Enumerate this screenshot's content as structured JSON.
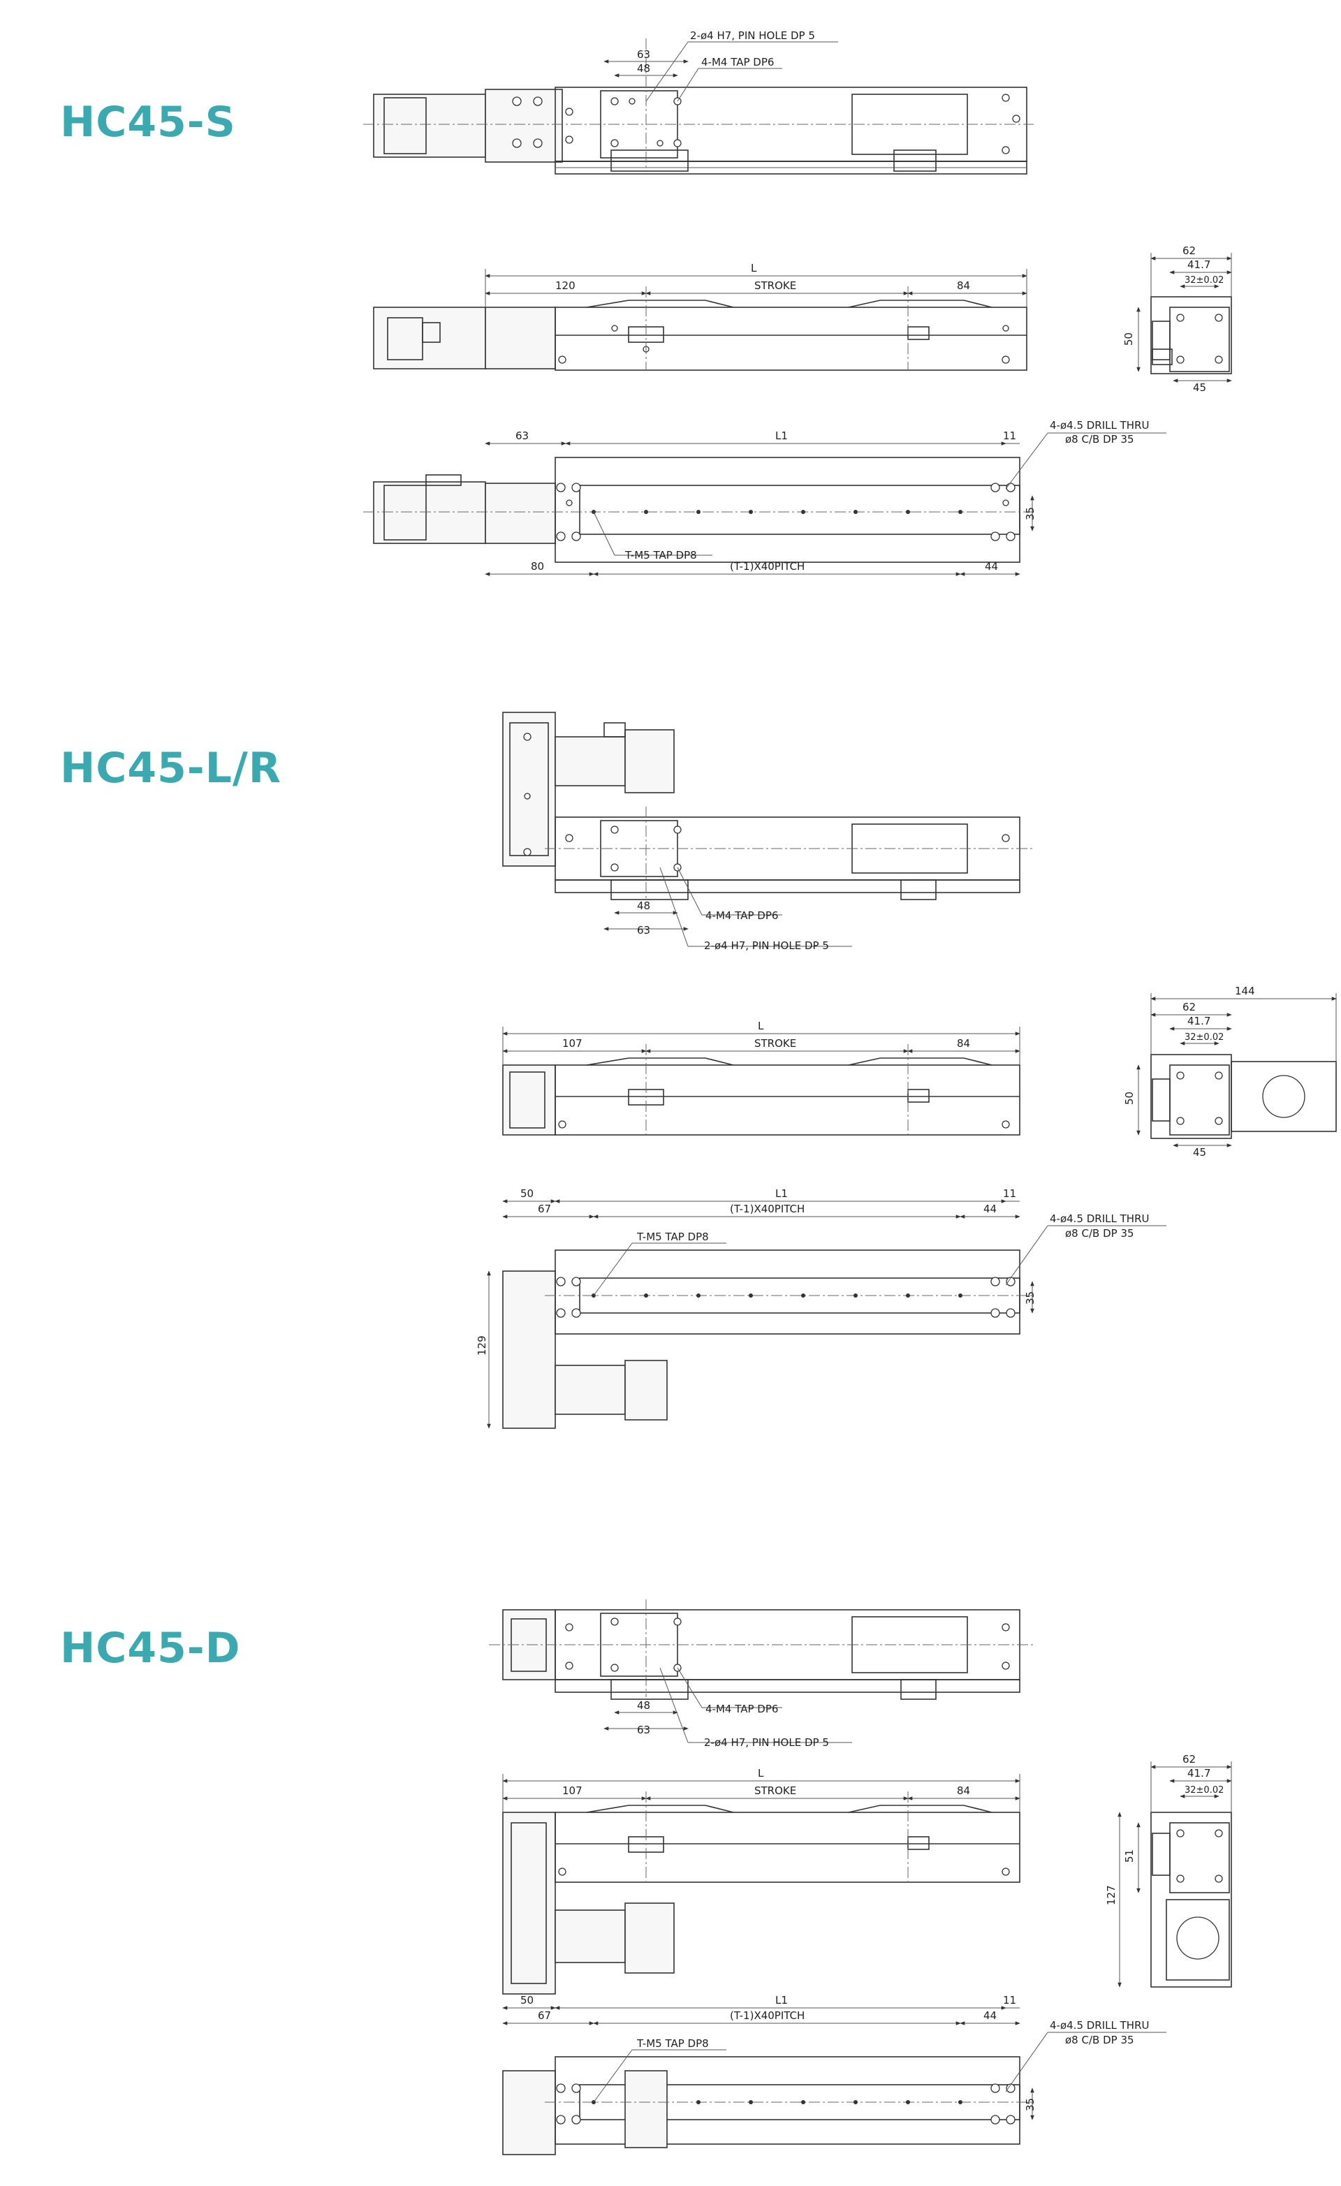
{
  "colors": {
    "title": "#3aa9b0",
    "line": "#333333"
  },
  "sections": [
    {
      "title": "HC45-S",
      "top_view": {
        "dims": [
          "63",
          "48"
        ],
        "callouts": [
          "2-ø4 H7, PIN HOLE DP 5",
          "4-M4 TAP DP6"
        ]
      },
      "side_view": {
        "dims": [
          "L",
          "120",
          "STROKE",
          "84"
        ]
      },
      "end_view": {
        "dims": [
          "62",
          "41.7",
          "32±0.02",
          "50",
          "45"
        ]
      },
      "bottom_view": {
        "dims": [
          "63",
          "L1",
          "11",
          "35",
          "80",
          "(T-1)X40PITCH",
          "44"
        ],
        "callouts": [
          "4-ø4.5 DRILL THRU",
          "ø8 C/B DP 35",
          "T-M5 TAP DP8"
        ]
      }
    },
    {
      "title": "HC45-L/R",
      "top_view": {
        "dims": [
          "48",
          "63"
        ],
        "callouts": [
          "4-M4 TAP DP6",
          "2-ø4 H7, PIN HOLE DP 5"
        ]
      },
      "side_view": {
        "dims": [
          "L",
          "107",
          "STROKE",
          "84"
        ]
      },
      "end_view": {
        "dims": [
          "144",
          "62",
          "41.7",
          "32±0.02",
          "50",
          "45"
        ]
      },
      "bottom_view": {
        "dims": [
          "50",
          "L1",
          "11",
          "67",
          "(T-1)X40PITCH",
          "44",
          "35",
          "129"
        ],
        "callouts": [
          "T-M5 TAP DP8",
          "4-ø4.5 DRILL THRU",
          "ø8 C/B DP 35"
        ]
      }
    },
    {
      "title": "HC45-D",
      "top_view": {
        "dims": [
          "48",
          "63"
        ],
        "callouts": [
          "4-M4 TAP DP6",
          "2-ø4 H7, PIN HOLE DP 5"
        ]
      },
      "side_view": {
        "dims": [
          "L",
          "107",
          "STROKE",
          "84"
        ]
      },
      "end_view": {
        "dims": [
          "62",
          "41.7",
          "32±0.02",
          "51",
          "127"
        ]
      },
      "bottom_view": {
        "dims": [
          "50",
          "L1",
          "11",
          "67",
          "(T-1)X40PITCH",
          "44",
          "35"
        ],
        "callouts": [
          "T-M5 TAP DP8",
          "4-ø4.5 DRILL THRU",
          "ø8 C/B DP 35"
        ]
      }
    }
  ]
}
